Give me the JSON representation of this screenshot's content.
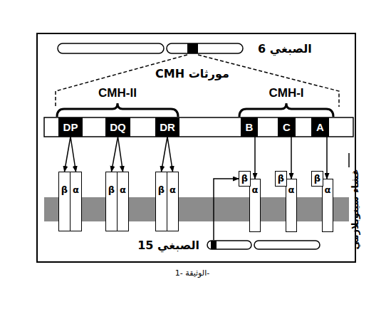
{
  "diagram": {
    "caption": "الوثيقة -1-",
    "nodes": [
      {
        "text": [
          "الصبغي 6"
        ]
      },
      {
        "text": [
          "DP"
        ]
      },
      {
        "text": [
          "DQ"
        ]
      },
      {
        "text": [
          "DR"
        ]
      },
      {
        "text": [
          "B"
        ]
      },
      {
        "text": [
          "C"
        ]
      },
      {
        "text": [
          "A"
        ]
      },
      {
        "text": [
          "β"
        ]
      },
      {
        "text": [
          "α"
        ]
      },
      {
        "text": [
          "β"
        ]
      },
      {
        "text": [
          "α"
        ]
      },
      {
        "text": [
          "β"
        ]
      },
      {
        "text": [
          "α"
        ]
      },
      {
        "text": [
          "β"
        ]
      },
      {
        "text": [
          "α"
        ]
      },
      {
        "text": [
          "β"
        ]
      },
      {
        "text": [
          "α"
        ]
      },
      {
        "text": [
          "β"
        ]
      },
      {
        "text": [
          "α"
        ]
      },
      {
        "text": [
          "غشاء سيتوبلازمي"
        ]
      },
      {
        "text": [
          "الصبغي 15"
        ]
      }
    ],
    "edges": [
      {
        "from": 1,
        "to": 7,
        "arrow": "to"
      },
      {
        "from": 1,
        "to": 8,
        "arrow": "to"
      },
      {
        "from": 2,
        "to": 9,
        "arrow": "to"
      },
      {
        "from": 2,
        "to": 10,
        "arrow": "to"
      },
      {
        "from": 3,
        "to": 11,
        "arrow": "to"
      },
      {
        "from": 3,
        "to": 12,
        "arrow": "to"
      },
      {
        "from": 4,
        "to": 14,
        "arrow": "to"
      },
      {
        "from": 5,
        "to": 16,
        "arrow": "to"
      },
      {
        "from": 6,
        "to": 18,
        "arrow": "to"
      },
      {
        "from": 20,
        "to": 13,
        "arrow": "to"
      }
    ],
    "labels": [
      "مورثات CMH",
      "CMH-II",
      "CMH-I"
    ]
  }
}
